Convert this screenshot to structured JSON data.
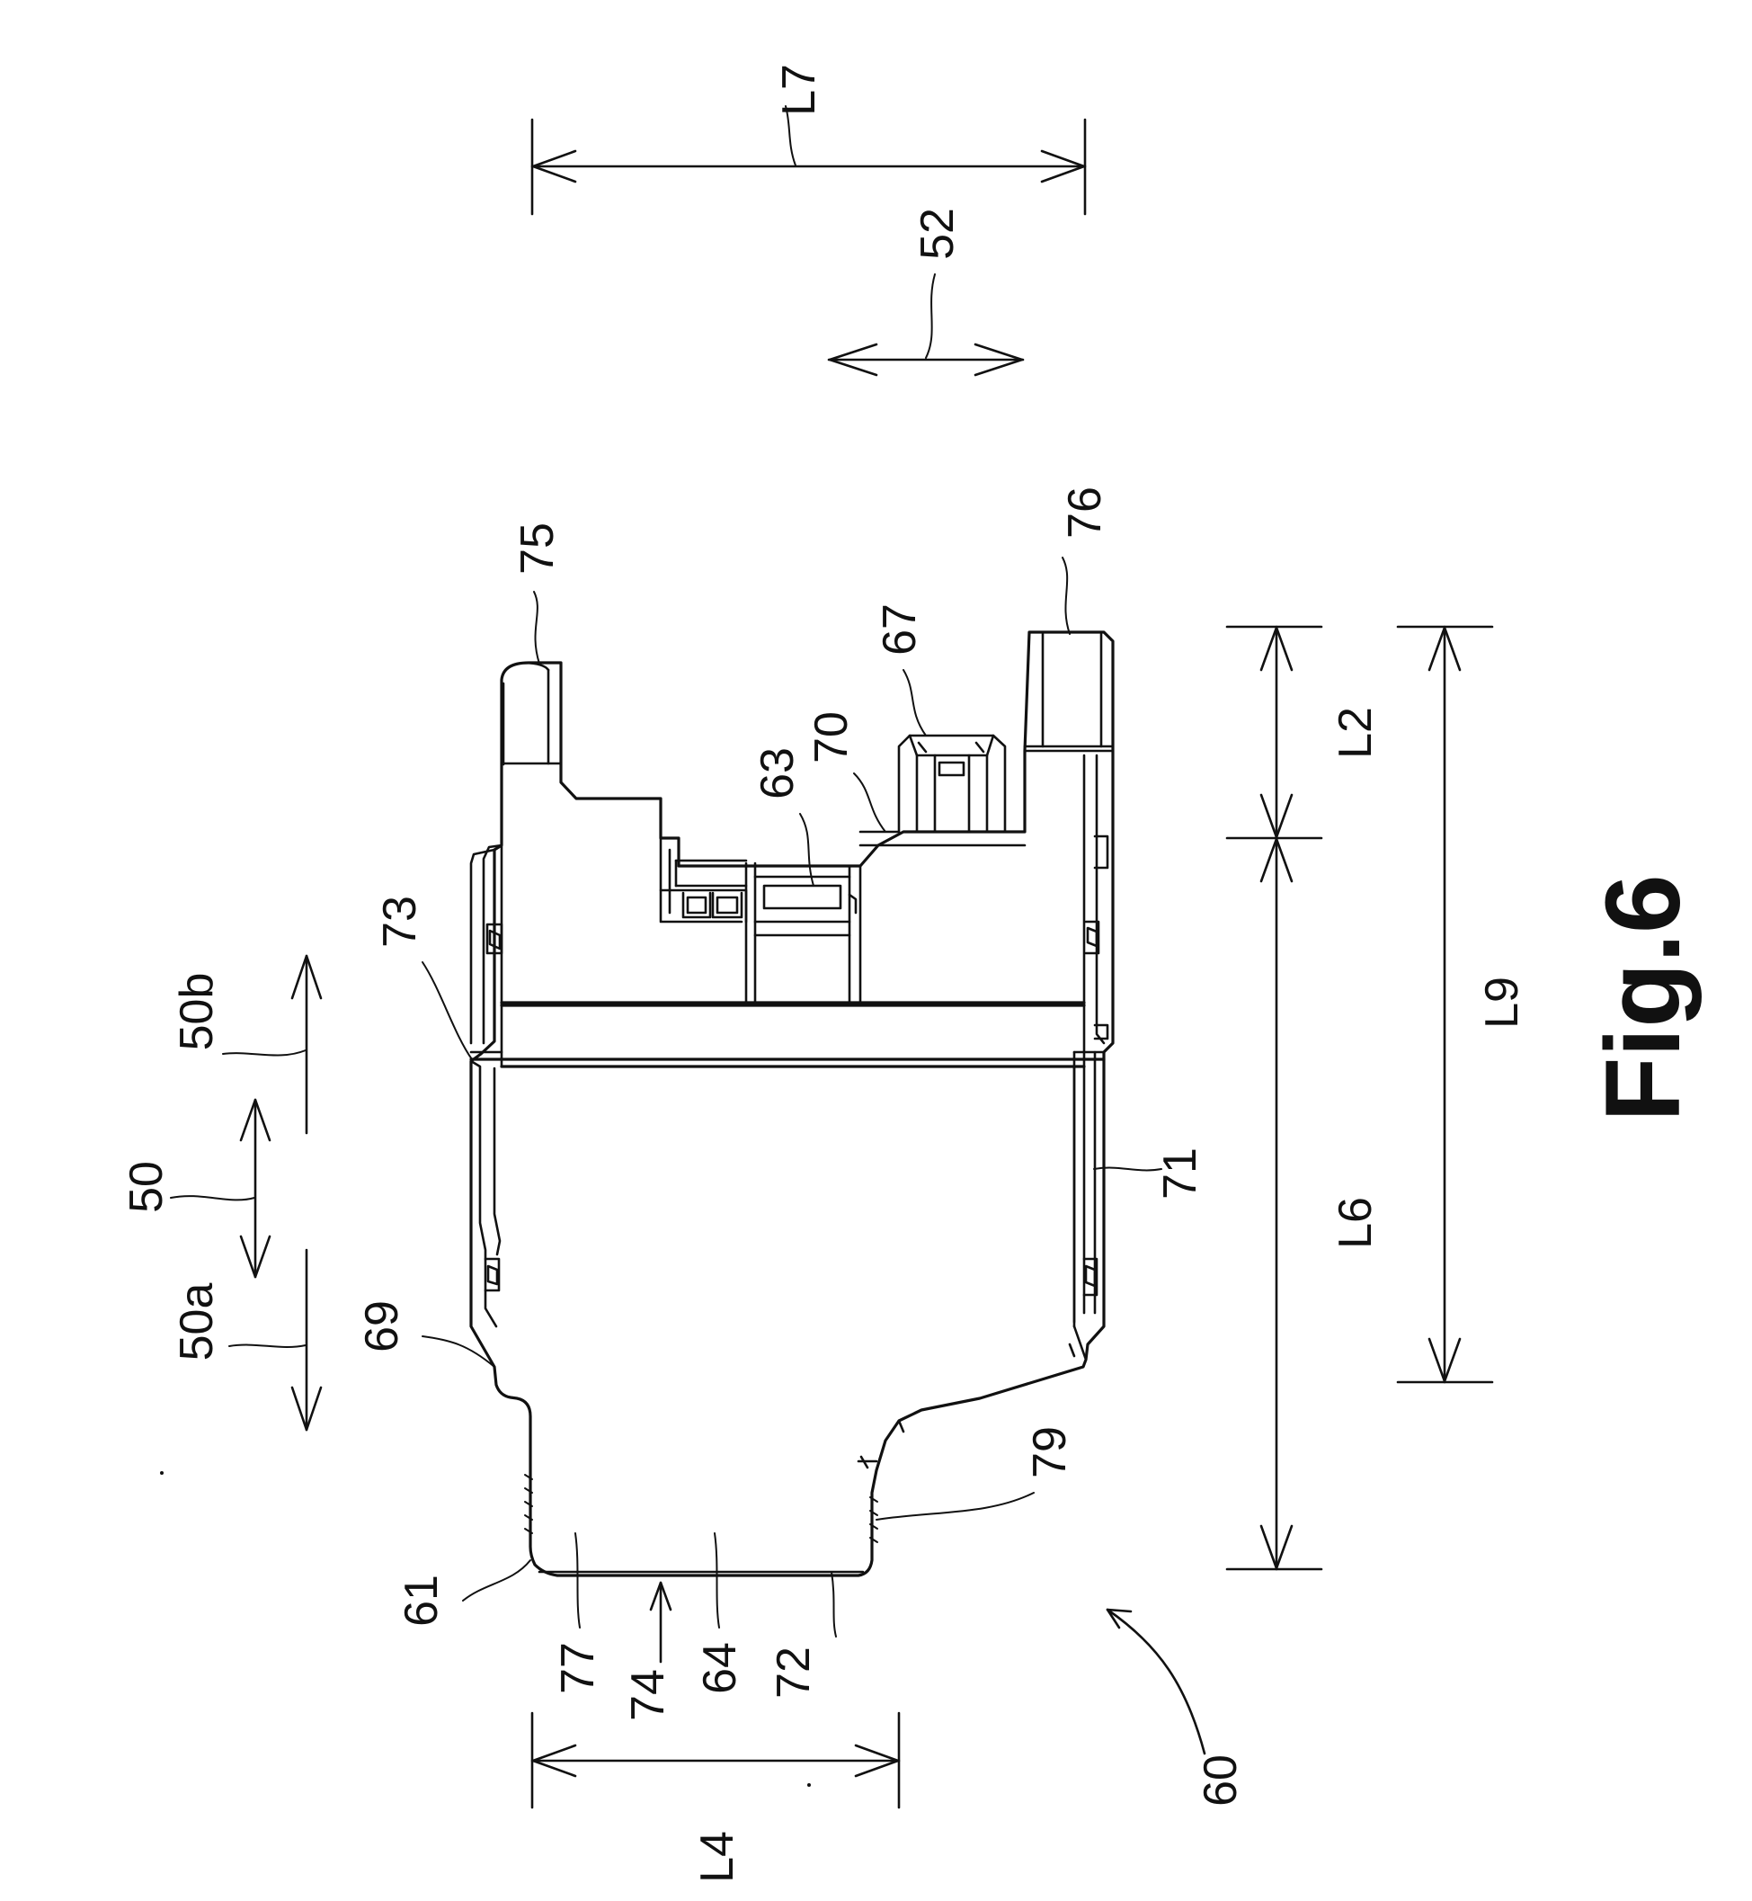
{
  "figure": {
    "title": "Fig.6",
    "labels": {
      "L7": "L7",
      "n52": "52",
      "n75": "75",
      "n76": "76",
      "n67": "67",
      "n70": "70",
      "n63": "63",
      "L2": "L2",
      "n73": "73",
      "n50b": "50b",
      "n50": "50",
      "n50a": "50a",
      "n69": "69",
      "n71": "71",
      "L6": "L6",
      "L9": "L9",
      "n79": "79",
      "n61": "61",
      "n77": "77",
      "n74": "74",
      "n64": "64",
      "n72": "72",
      "n60": "60",
      "L4": "L4"
    }
  }
}
